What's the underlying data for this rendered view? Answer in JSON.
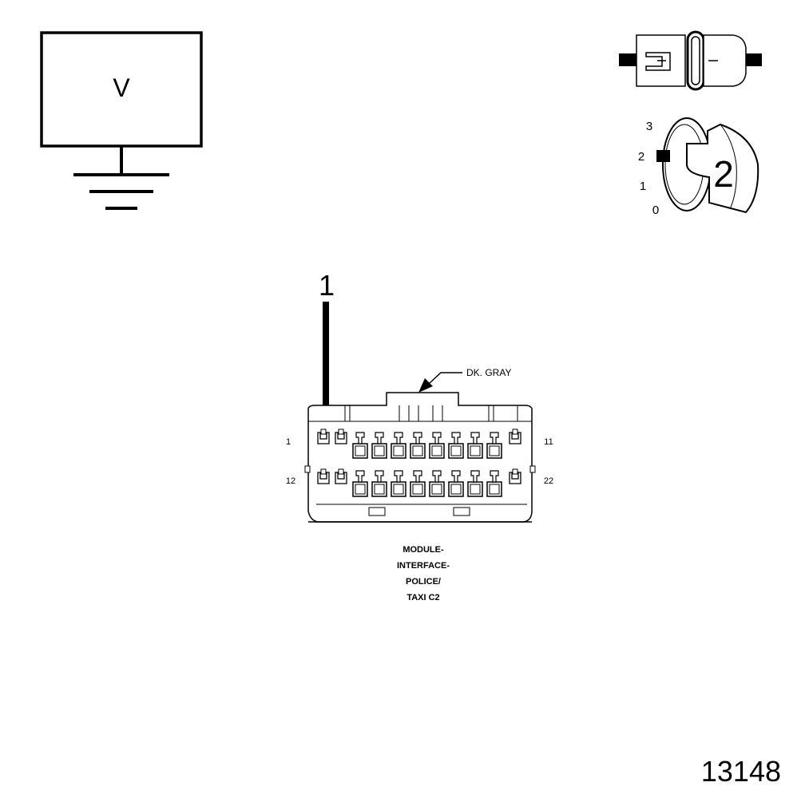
{
  "meter": {
    "label": "V"
  },
  "switch": {
    "positions": [
      "3",
      "2",
      "1",
      "0"
    ],
    "selected_position": "2",
    "knob_label": "2"
  },
  "connector": {
    "callout_number": "1",
    "color_callout": "DK. GRAY",
    "pin_labels": {
      "top_left": "1",
      "top_right": "11",
      "bottom_left": "12",
      "bottom_right": "22"
    },
    "caption_lines": [
      "MODULE-",
      "INTERFACE-",
      "POLICE/",
      "TAXI C2"
    ]
  },
  "figure_number": "13148"
}
